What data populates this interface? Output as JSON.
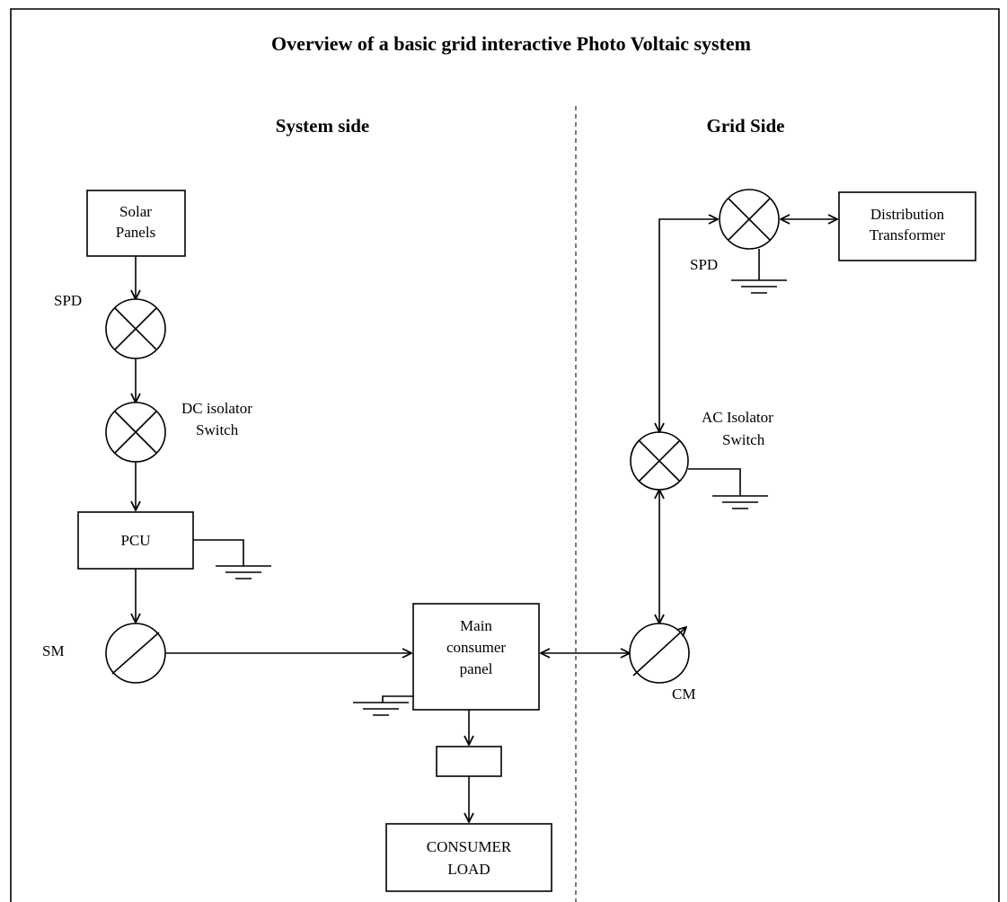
{
  "title": "Overview of a basic grid interactive Photo Voltaic system",
  "sections": {
    "system_side": "System side",
    "grid_side": "Grid Side"
  },
  "labels": {
    "solar_panels": [
      "Solar",
      "Panels"
    ],
    "spd_system": "SPD",
    "dc_isolator": [
      "DC isolator",
      "Switch"
    ],
    "pcu": "PCU",
    "sm": "SM",
    "main_panel": [
      "Main",
      "consumer",
      "panel"
    ],
    "consumer_load": [
      "CONSUMER",
      "LOAD"
    ],
    "cm": "CM",
    "ac_isolator": [
      "AC Isolator",
      "Switch"
    ],
    "spd_grid": "SPD",
    "distribution_transformer": [
      "Distribution",
      "Transformer"
    ]
  },
  "icons": {
    "breaker": "circle-x-symbol",
    "meter": "circle-slash-symbol",
    "ground": "ground-symbol",
    "arrow": "arrowhead"
  }
}
